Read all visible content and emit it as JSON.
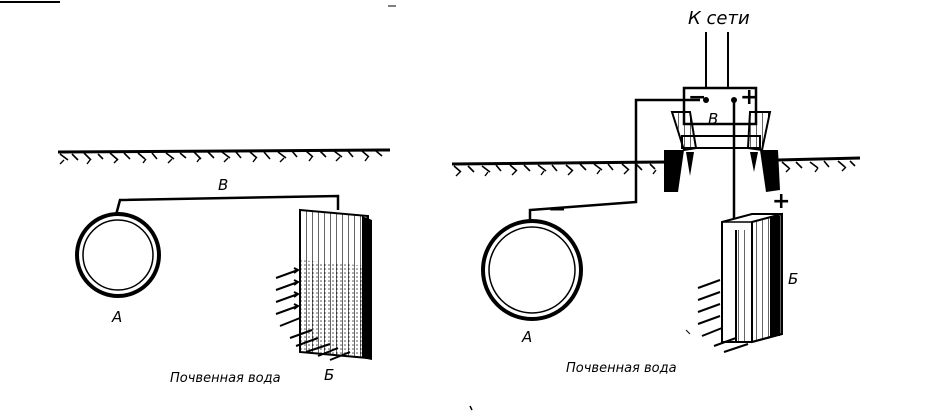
{
  "left_diagram": {
    "label_A": "А",
    "label_B_connector": "В",
    "label_anode": "Б",
    "soil_water_caption": "Почвенная вода"
  },
  "right_diagram": {
    "mains_caption": "К сети",
    "label_rectifier": "В",
    "label_A": "А",
    "label_anode": "Б",
    "soil_water_caption": "Почвенная вода",
    "minus_sign": "−",
    "plus_sign": "+",
    "anode_plus_sign": "+",
    "terminal_minus": "−",
    "terminal_plus": "+"
  },
  "colors": {
    "ink": "#000000",
    "background": "#ffffff"
  }
}
